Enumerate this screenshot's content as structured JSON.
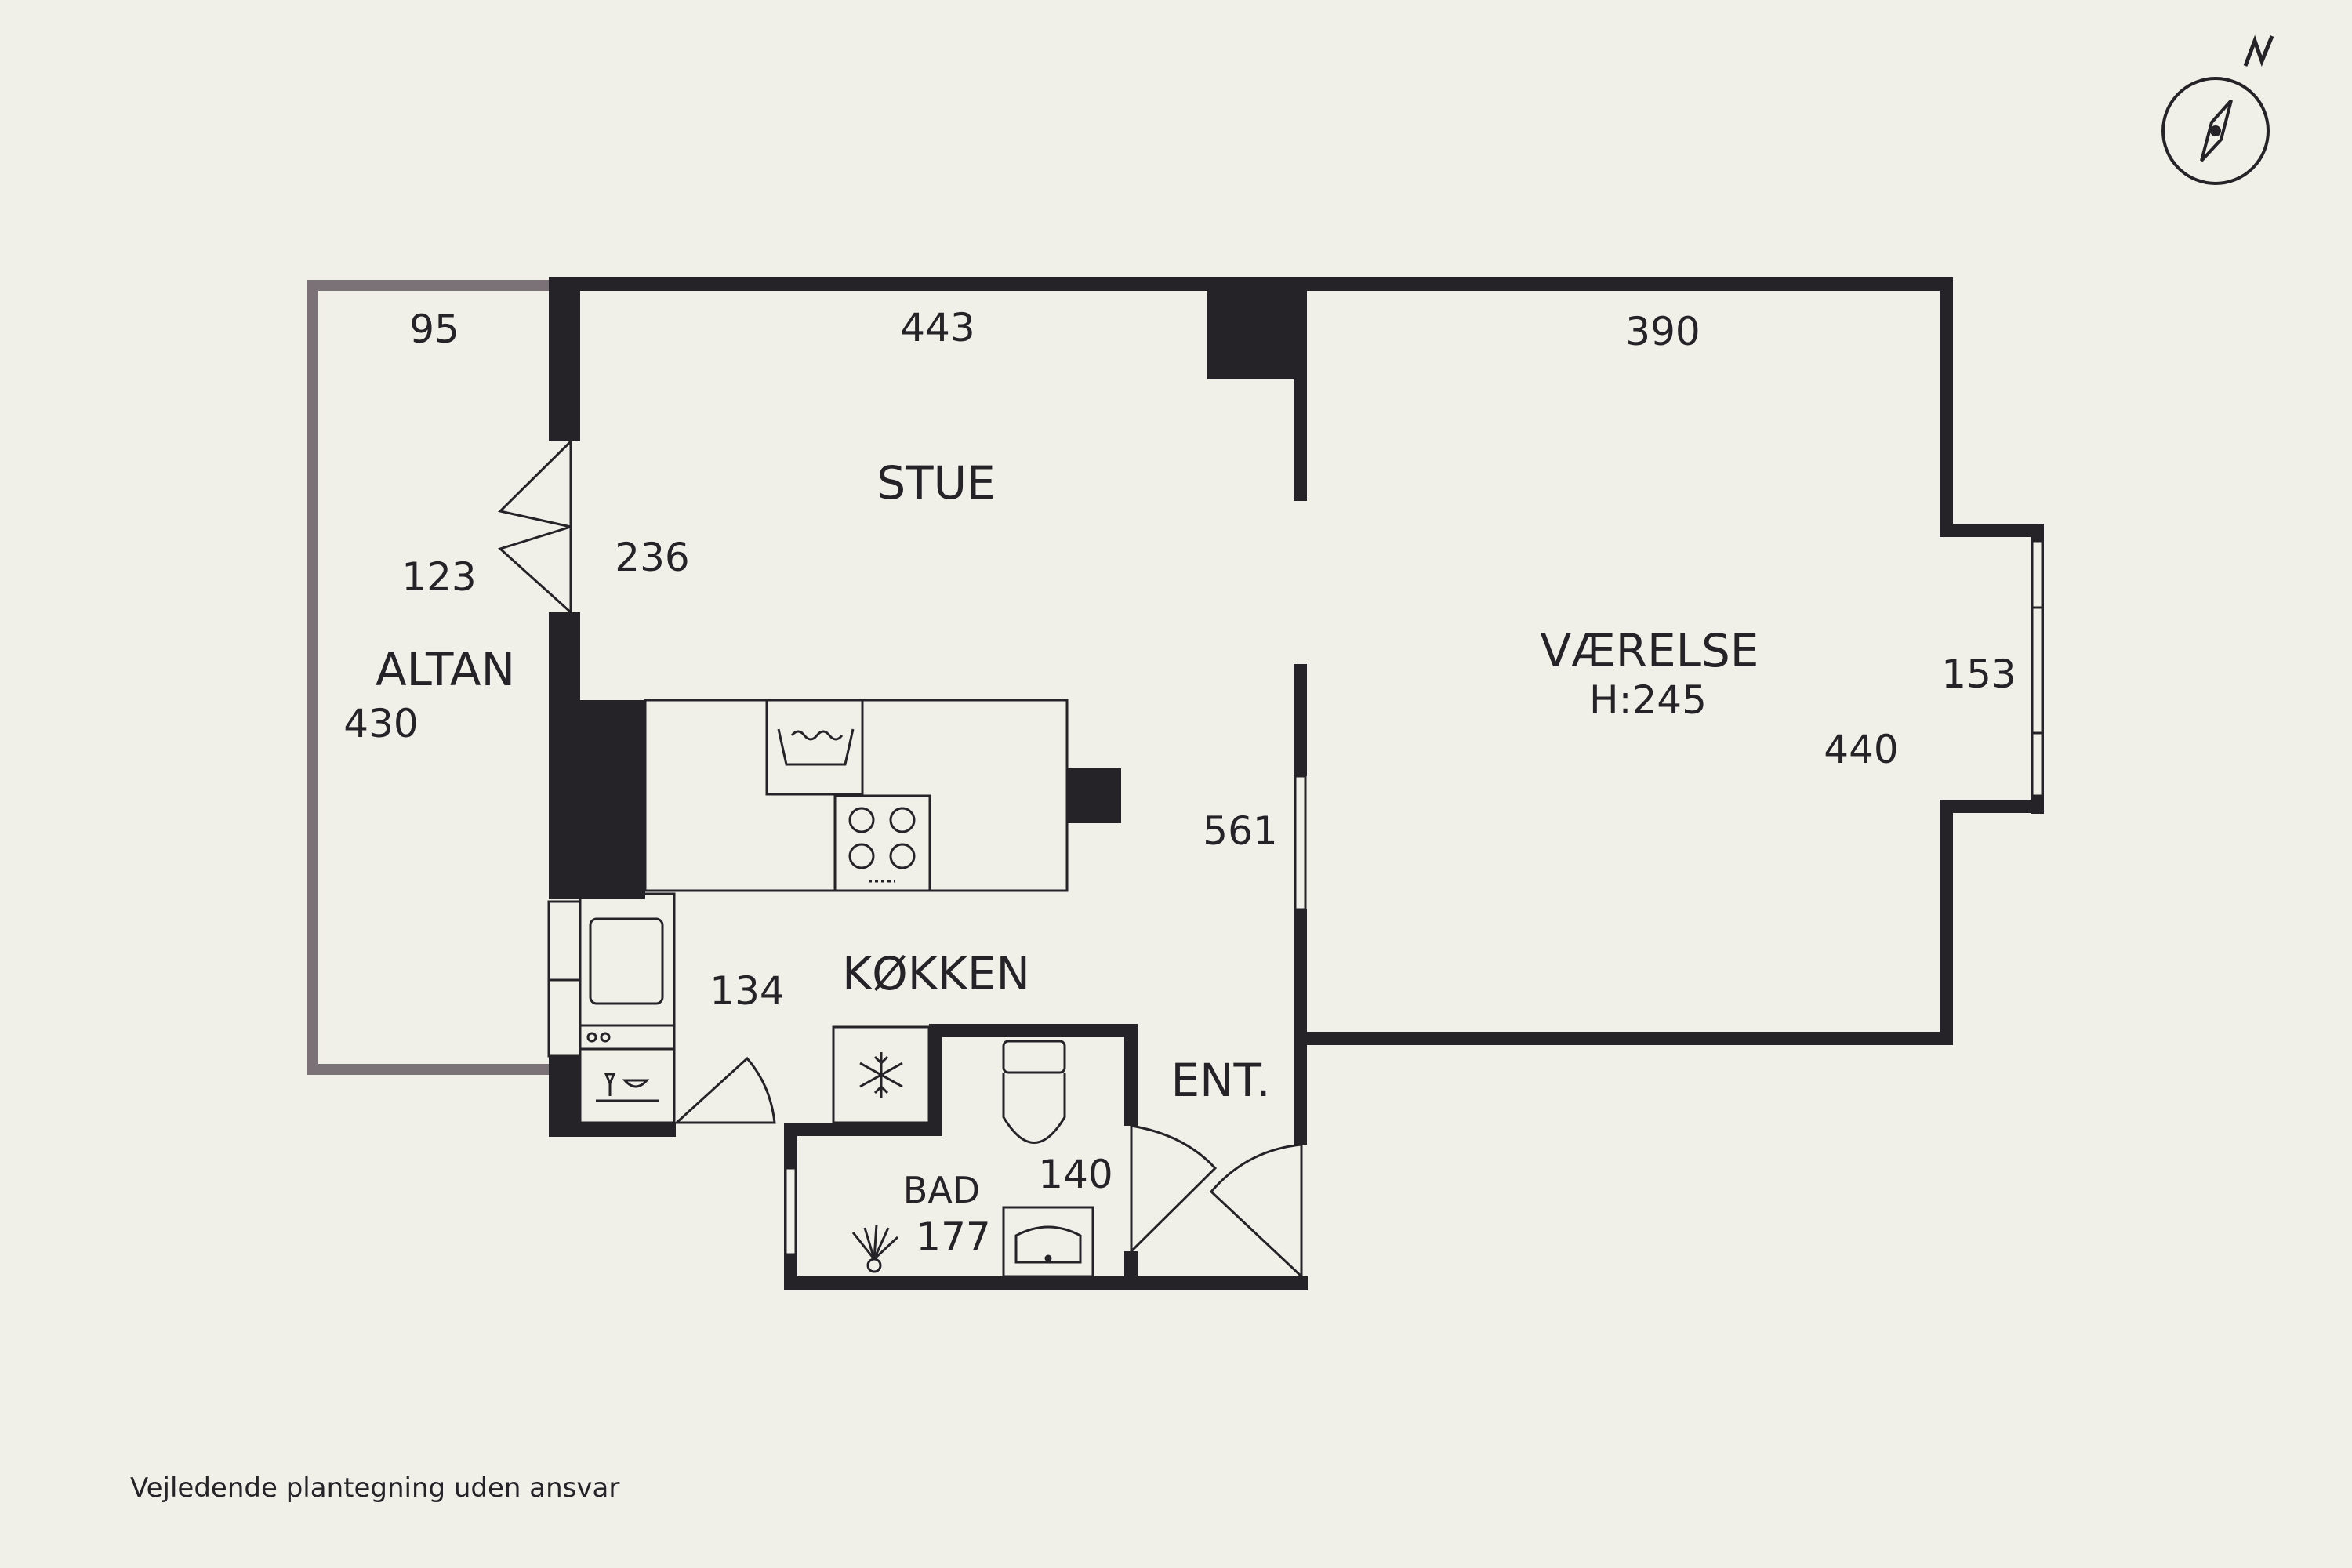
{
  "compass": {
    "label": "N",
    "icon": "compass-icon"
  },
  "rooms": {
    "altan": {
      "name": "ALTAN",
      "width": "95",
      "opening": "123",
      "length": "430"
    },
    "stue": {
      "name": "STUE",
      "width": "443",
      "depth": "236"
    },
    "vaerelse": {
      "name": "VÆRELSE",
      "height": "H:245",
      "width": "390",
      "depth": "440",
      "window": "153"
    },
    "koekken": {
      "name": "KØKKEN",
      "width": "134",
      "length": "561"
    },
    "bad": {
      "name": "BAD",
      "width": "140",
      "depth": "177"
    },
    "entre": {
      "name": "ENT."
    }
  },
  "disclaimer": "Vejledende plantegning uden ansvar",
  "colors": {
    "background": "#f1f0e8",
    "wall": "#262328",
    "balcony_wall": "#7a7276",
    "fixture": "#f1f0e8"
  }
}
